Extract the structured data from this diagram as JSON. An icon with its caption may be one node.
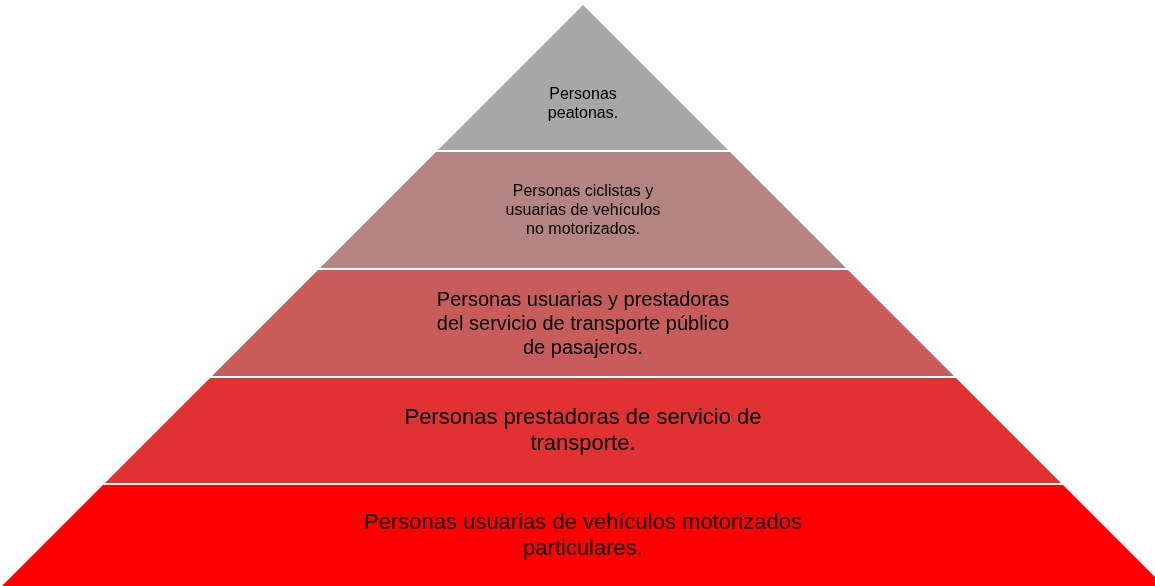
{
  "diagram": {
    "nodes": [
      {
        "text": [
          "Personas peatonas."
        ]
      },
      {
        "text": [
          "Personas ciclistas y usuarias de vehículos no motorizados."
        ]
      },
      {
        "text": [
          "Personas usuarias y prestadoras del servicio de transporte público de pasajeros."
        ]
      },
      {
        "text": [
          "Personas prestadoras de servicio de transporte."
        ]
      },
      {
        "text": [
          "Personas usuarias de vehículos motorizados particulares."
        ]
      }
    ]
  }
}
